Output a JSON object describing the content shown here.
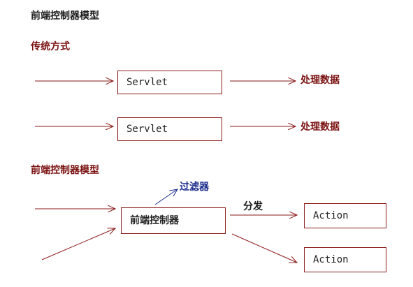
{
  "header": {
    "title": "前端控制器模型"
  },
  "traditional": {
    "heading": "传统方式",
    "rows": [
      {
        "box": "Servlet",
        "result": "处理数据"
      },
      {
        "box": "Servlet",
        "result": "处理数据"
      }
    ]
  },
  "front_controller": {
    "heading": "前端控制器模型",
    "controller": "前端控制器",
    "filter_label": "过滤器",
    "dispatch_label": "分发",
    "actions": [
      "Action",
      "Action"
    ]
  },
  "colors": {
    "line": "#8b1a1a",
    "filter": "#1a2a8b",
    "heading": "#7a1010"
  }
}
